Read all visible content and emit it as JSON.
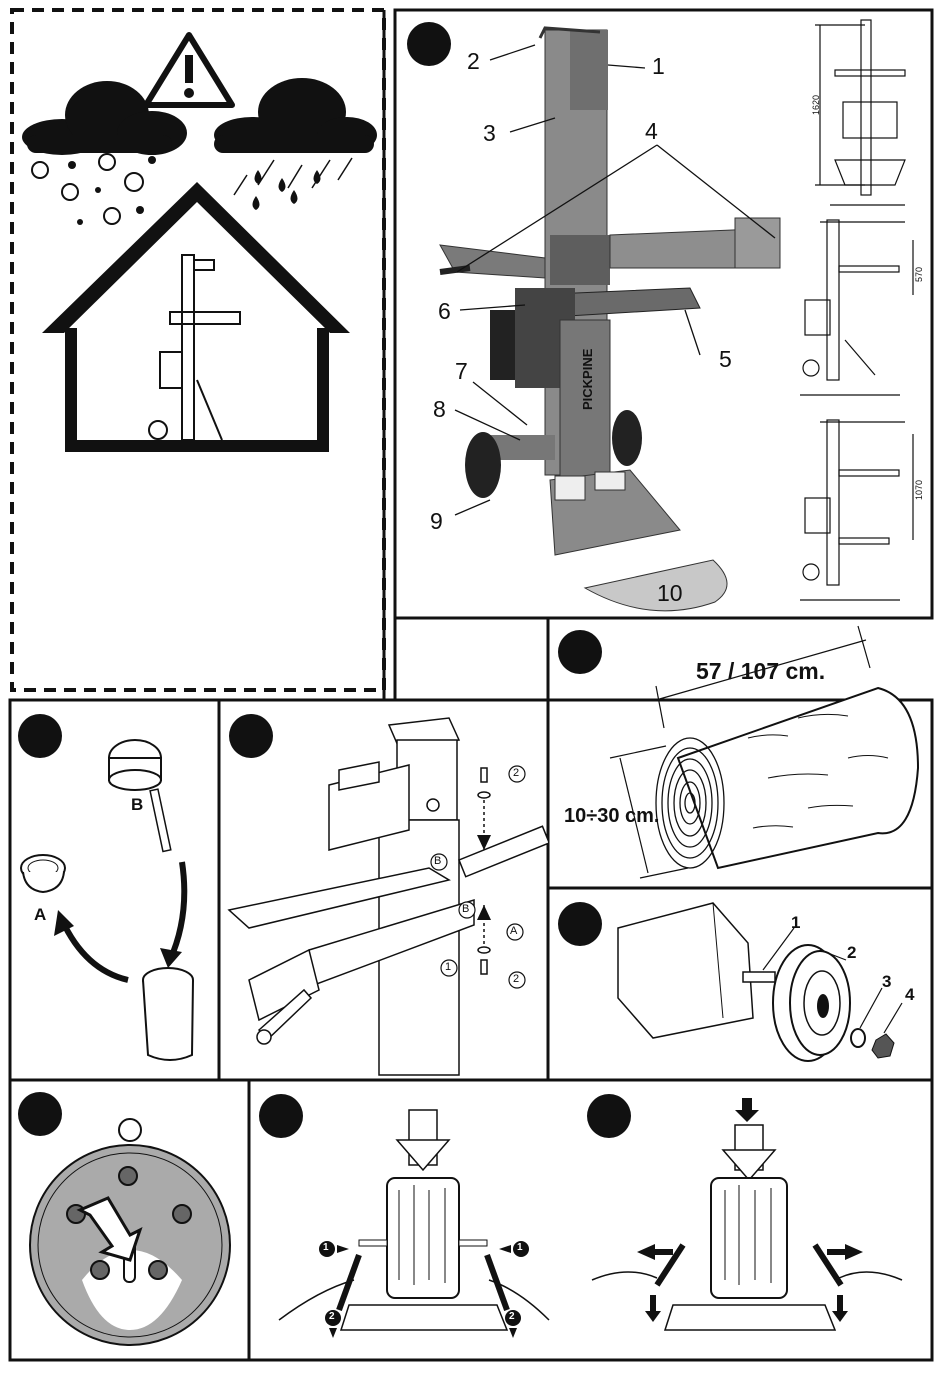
{
  "overview": {
    "callouts": [
      "1",
      "2",
      "3",
      "4",
      "5",
      "6",
      "7",
      "8",
      "9",
      "10"
    ],
    "brand_text": "PICKPINE",
    "dim_1620": "1620",
    "dim_570": "570",
    "dim_1070": "1070"
  },
  "log_sizes": {
    "length": "57 / 107 cm.",
    "diameter": "10÷30 cm."
  },
  "assembly": {
    "label_a": "A",
    "label_b": "B",
    "callout_1": "1",
    "callout_2": "2"
  },
  "wheel": {
    "callouts": [
      "1",
      "2",
      "3",
      "4"
    ]
  },
  "oil_cap": {
    "label_a": "A",
    "label_b": "B"
  },
  "operation": {
    "step_1": "1",
    "step_2": "2"
  }
}
